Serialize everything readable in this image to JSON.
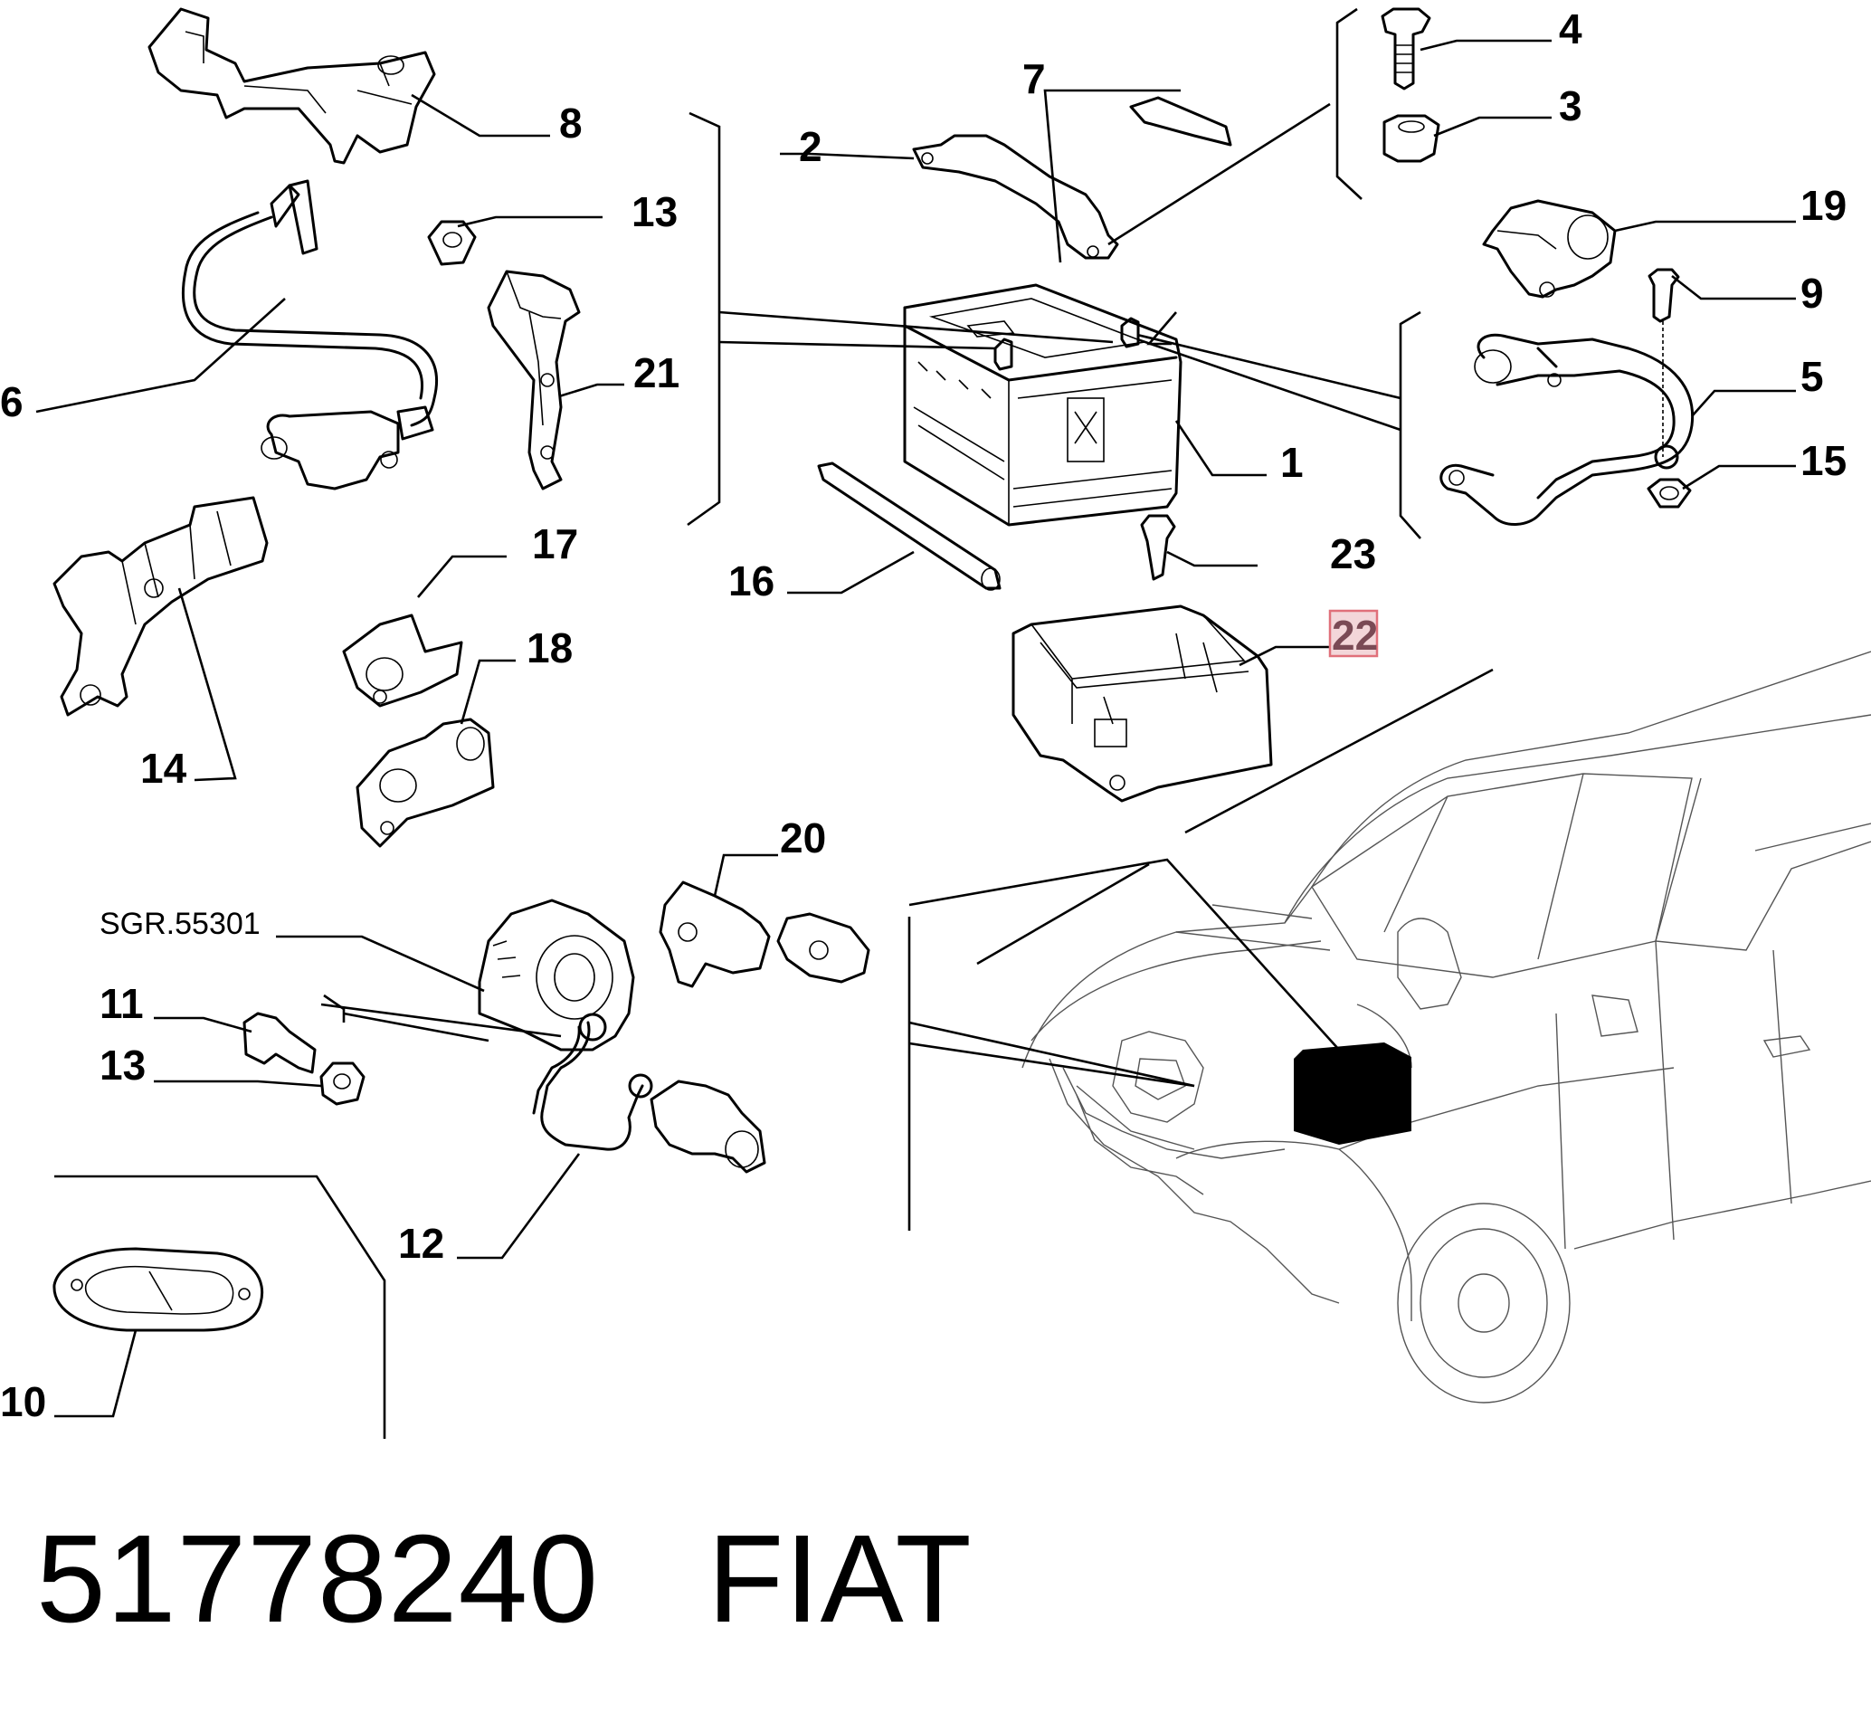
{
  "diagram": {
    "callouts": {
      "c1": "1",
      "c2": "2",
      "c3": "3",
      "c4": "4",
      "c5": "5",
      "c6": "6",
      "c7": "7",
      "c8": "8",
      "c9": "9",
      "c10": "10",
      "c11": "11",
      "c12": "12",
      "c13a": "13",
      "c13b": "13",
      "c14": "14",
      "c15": "15",
      "c16": "16",
      "c17": "17",
      "c18": "18",
      "c19": "19",
      "c20": "20",
      "c21": "21",
      "c22": "22",
      "c23": "23"
    },
    "group_reference": "SGR.55301",
    "highlighted_callout": "22",
    "colors": {
      "line": "#000000",
      "highlight_box": "#e0707a",
      "highlight_fill": "#f3d6d9",
      "highlight_text": "#7a4a55"
    }
  },
  "footer": {
    "part_number": "51778240",
    "brand": "FIAT"
  }
}
